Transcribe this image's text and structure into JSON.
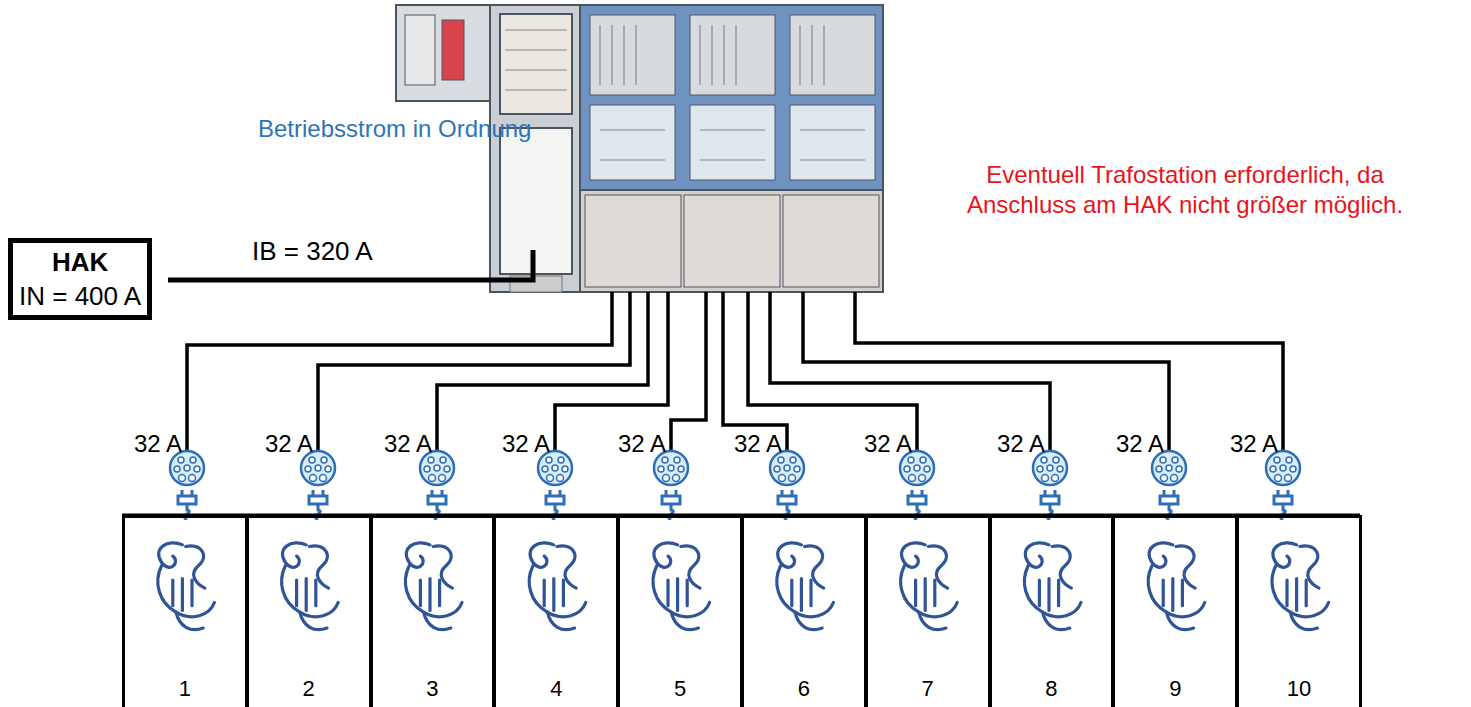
{
  "diagram": {
    "nodes": [
      {
        "text": [
          "HAK",
          "IN = 400 A"
        ]
      },
      {
        "text": [
          "1"
        ]
      },
      {
        "text": [
          "2"
        ]
      },
      {
        "text": [
          "3"
        ]
      },
      {
        "text": [
          "4"
        ]
      },
      {
        "text": [
          "5"
        ]
      },
      {
        "text": [
          "6"
        ]
      },
      {
        "text": [
          "7"
        ]
      },
      {
        "text": [
          "8"
        ]
      },
      {
        "text": [
          "9"
        ]
      },
      {
        "text": [
          "10"
        ]
      }
    ],
    "labels": [
      "Betriebsstrom in Ordnung",
      "Eventuell Trafostation erforderlich, da Anschluss am HAK nicht größer möglich.",
      "IB = 320 A",
      "32 A",
      "32 A",
      "32 A",
      "32 A",
      "32 A",
      "32 A",
      "32 A",
      "32 A",
      "32 A",
      "32 A"
    ]
  }
}
